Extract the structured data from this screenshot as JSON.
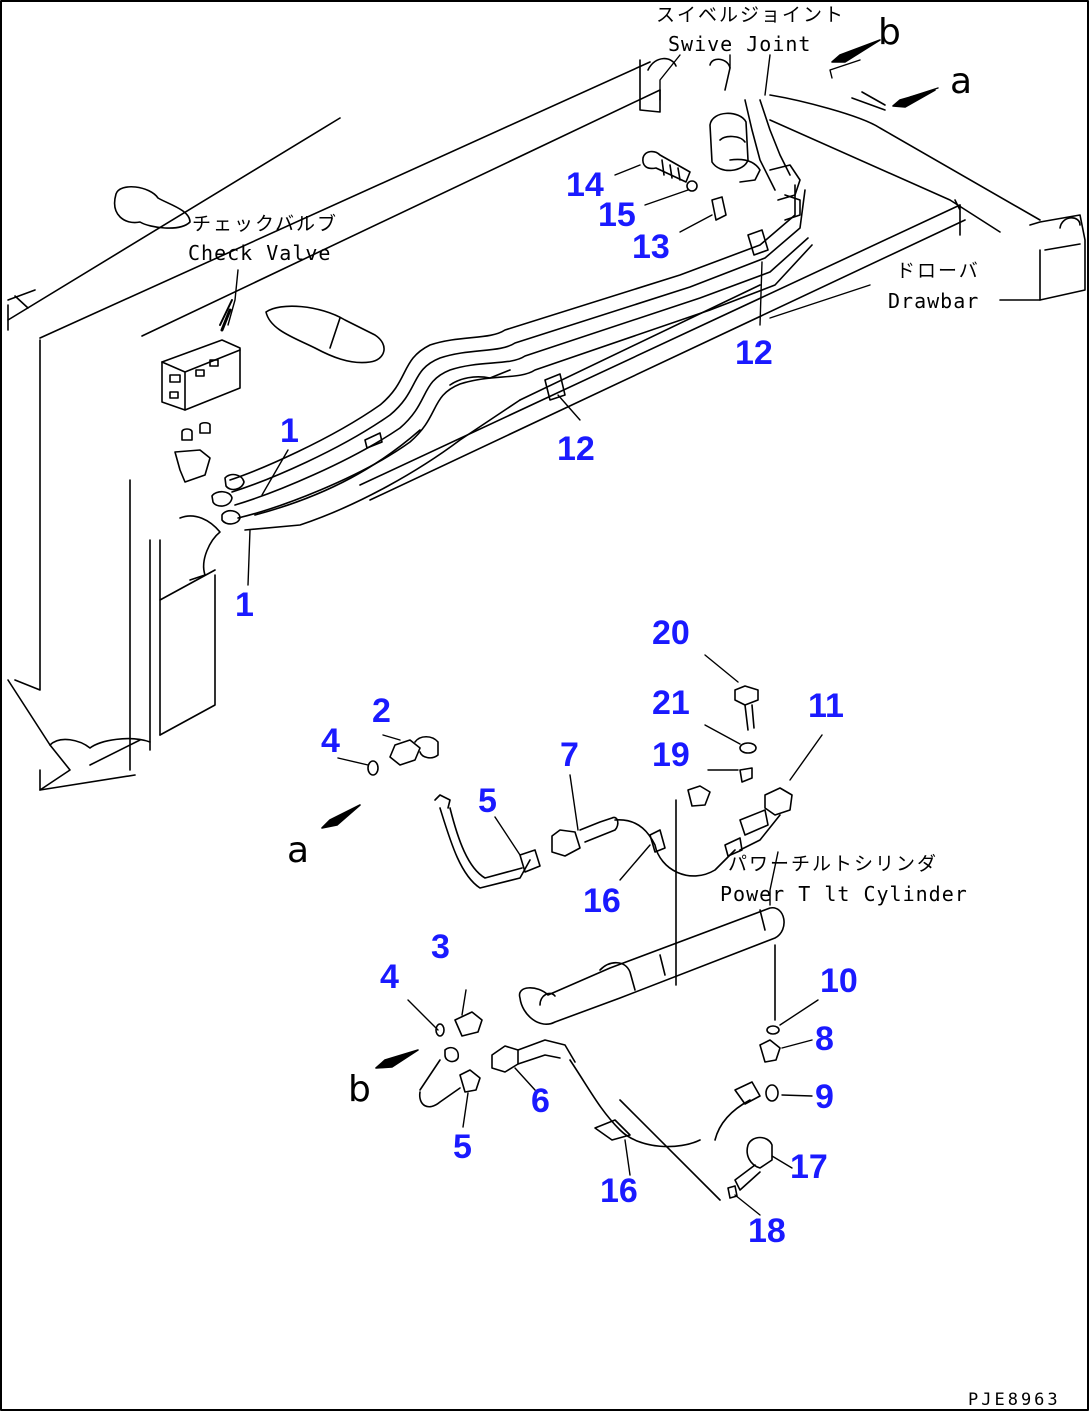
{
  "labels": {
    "swivel_jp": "スイベルジョイント",
    "swivel_en": "Swive  Joint",
    "check_valve_jp": "チェックバルブ",
    "check_valve_en": "Check Valve",
    "drawbar_jp": "ドローバ",
    "drawbar_en": "Drawbar",
    "cylinder_jp": "パワーチルトシリンダ",
    "cylinder_en": "Power T lt Cylinder",
    "ref_a_top": "a",
    "ref_b_top": "b",
    "ref_a_bottom": "a",
    "ref_b_bottom": "b",
    "drawing_code": "PJE8963"
  },
  "part_numbers": {
    "p14": "14",
    "p15": "15",
    "p13": "13",
    "p12a": "12",
    "p12b": "12",
    "p1a": "1",
    "p1b": "1",
    "p20": "20",
    "p21": "21",
    "p19": "19",
    "p11": "11",
    "p2": "2",
    "p4a": "4",
    "p7": "7",
    "p5a": "5",
    "p16a": "16",
    "p3": "3",
    "p4b": "4",
    "p10": "10",
    "p8": "8",
    "p6": "6",
    "p9": "9",
    "p5b": "5",
    "p17": "17",
    "p16b": "16",
    "p18": "18"
  },
  "colors": {
    "callout": "#1a1aff",
    "line": "#000000",
    "background": "#ffffff"
  }
}
